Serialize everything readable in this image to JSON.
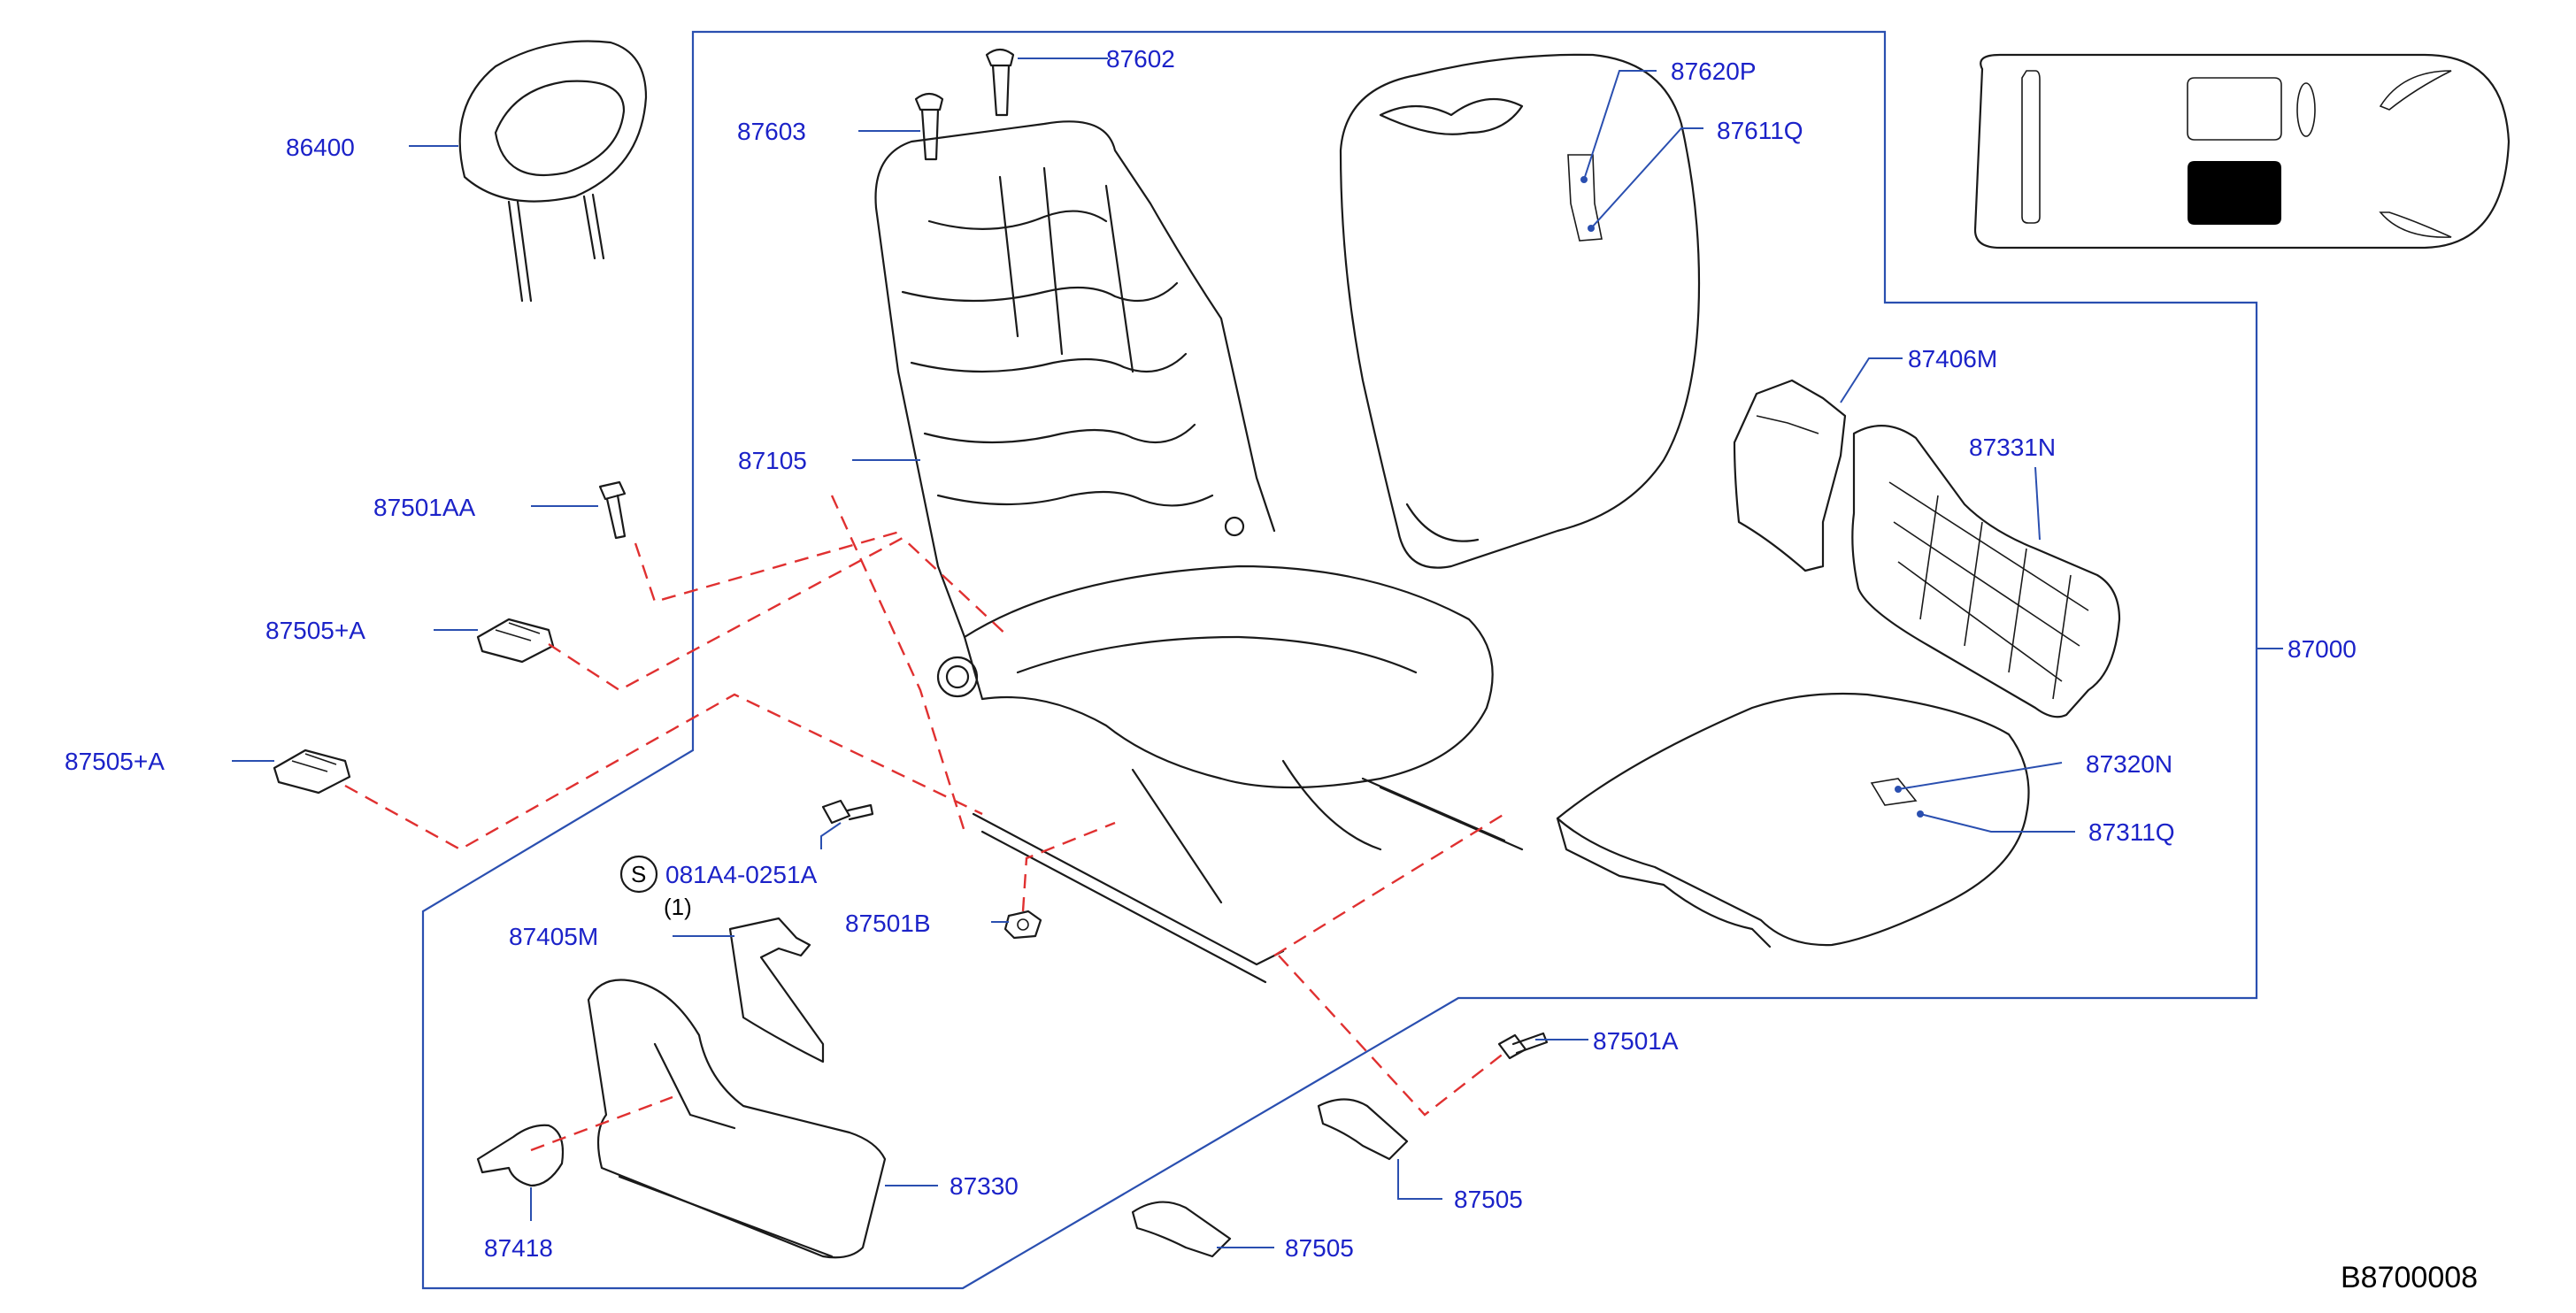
{
  "diagram_code": "B8700008",
  "colors": {
    "label": "#1b22c8",
    "leader": "#2a4fb0",
    "dashed_link": "#e03030",
    "line_art": "#1a1a1a"
  },
  "parts": {
    "p86400": "86400",
    "p87602": "87602",
    "p87603": "87603",
    "p87620P": "87620P",
    "p87611Q": "87611Q",
    "p87105": "87105",
    "p87501AA": "87501AA",
    "p87505A_1": "87505+A",
    "p87505A_2": "87505+A",
    "p87406M": "87406M",
    "p87331N": "87331N",
    "p87000": "87000",
    "p87320N": "87320N",
    "p87311Q": "87311Q",
    "p081A4": "081A4-0251A",
    "p081A4_qty": "(1)",
    "p081A4_symbol": "S",
    "p87405M": "87405M",
    "p87501B": "87501B",
    "p87501A": "87501A",
    "p87330": "87330",
    "p87418": "87418",
    "p87505_1": "87505",
    "p87505_2": "87505"
  },
  "icons": [
    "headrest-icon",
    "seat-frame-icon",
    "seatback-pad-icon",
    "cushion-pad-icon",
    "car-location-icon",
    "bolt-icon",
    "clip-icon",
    "finisher-icon",
    "knob-icon",
    "nut-icon"
  ]
}
